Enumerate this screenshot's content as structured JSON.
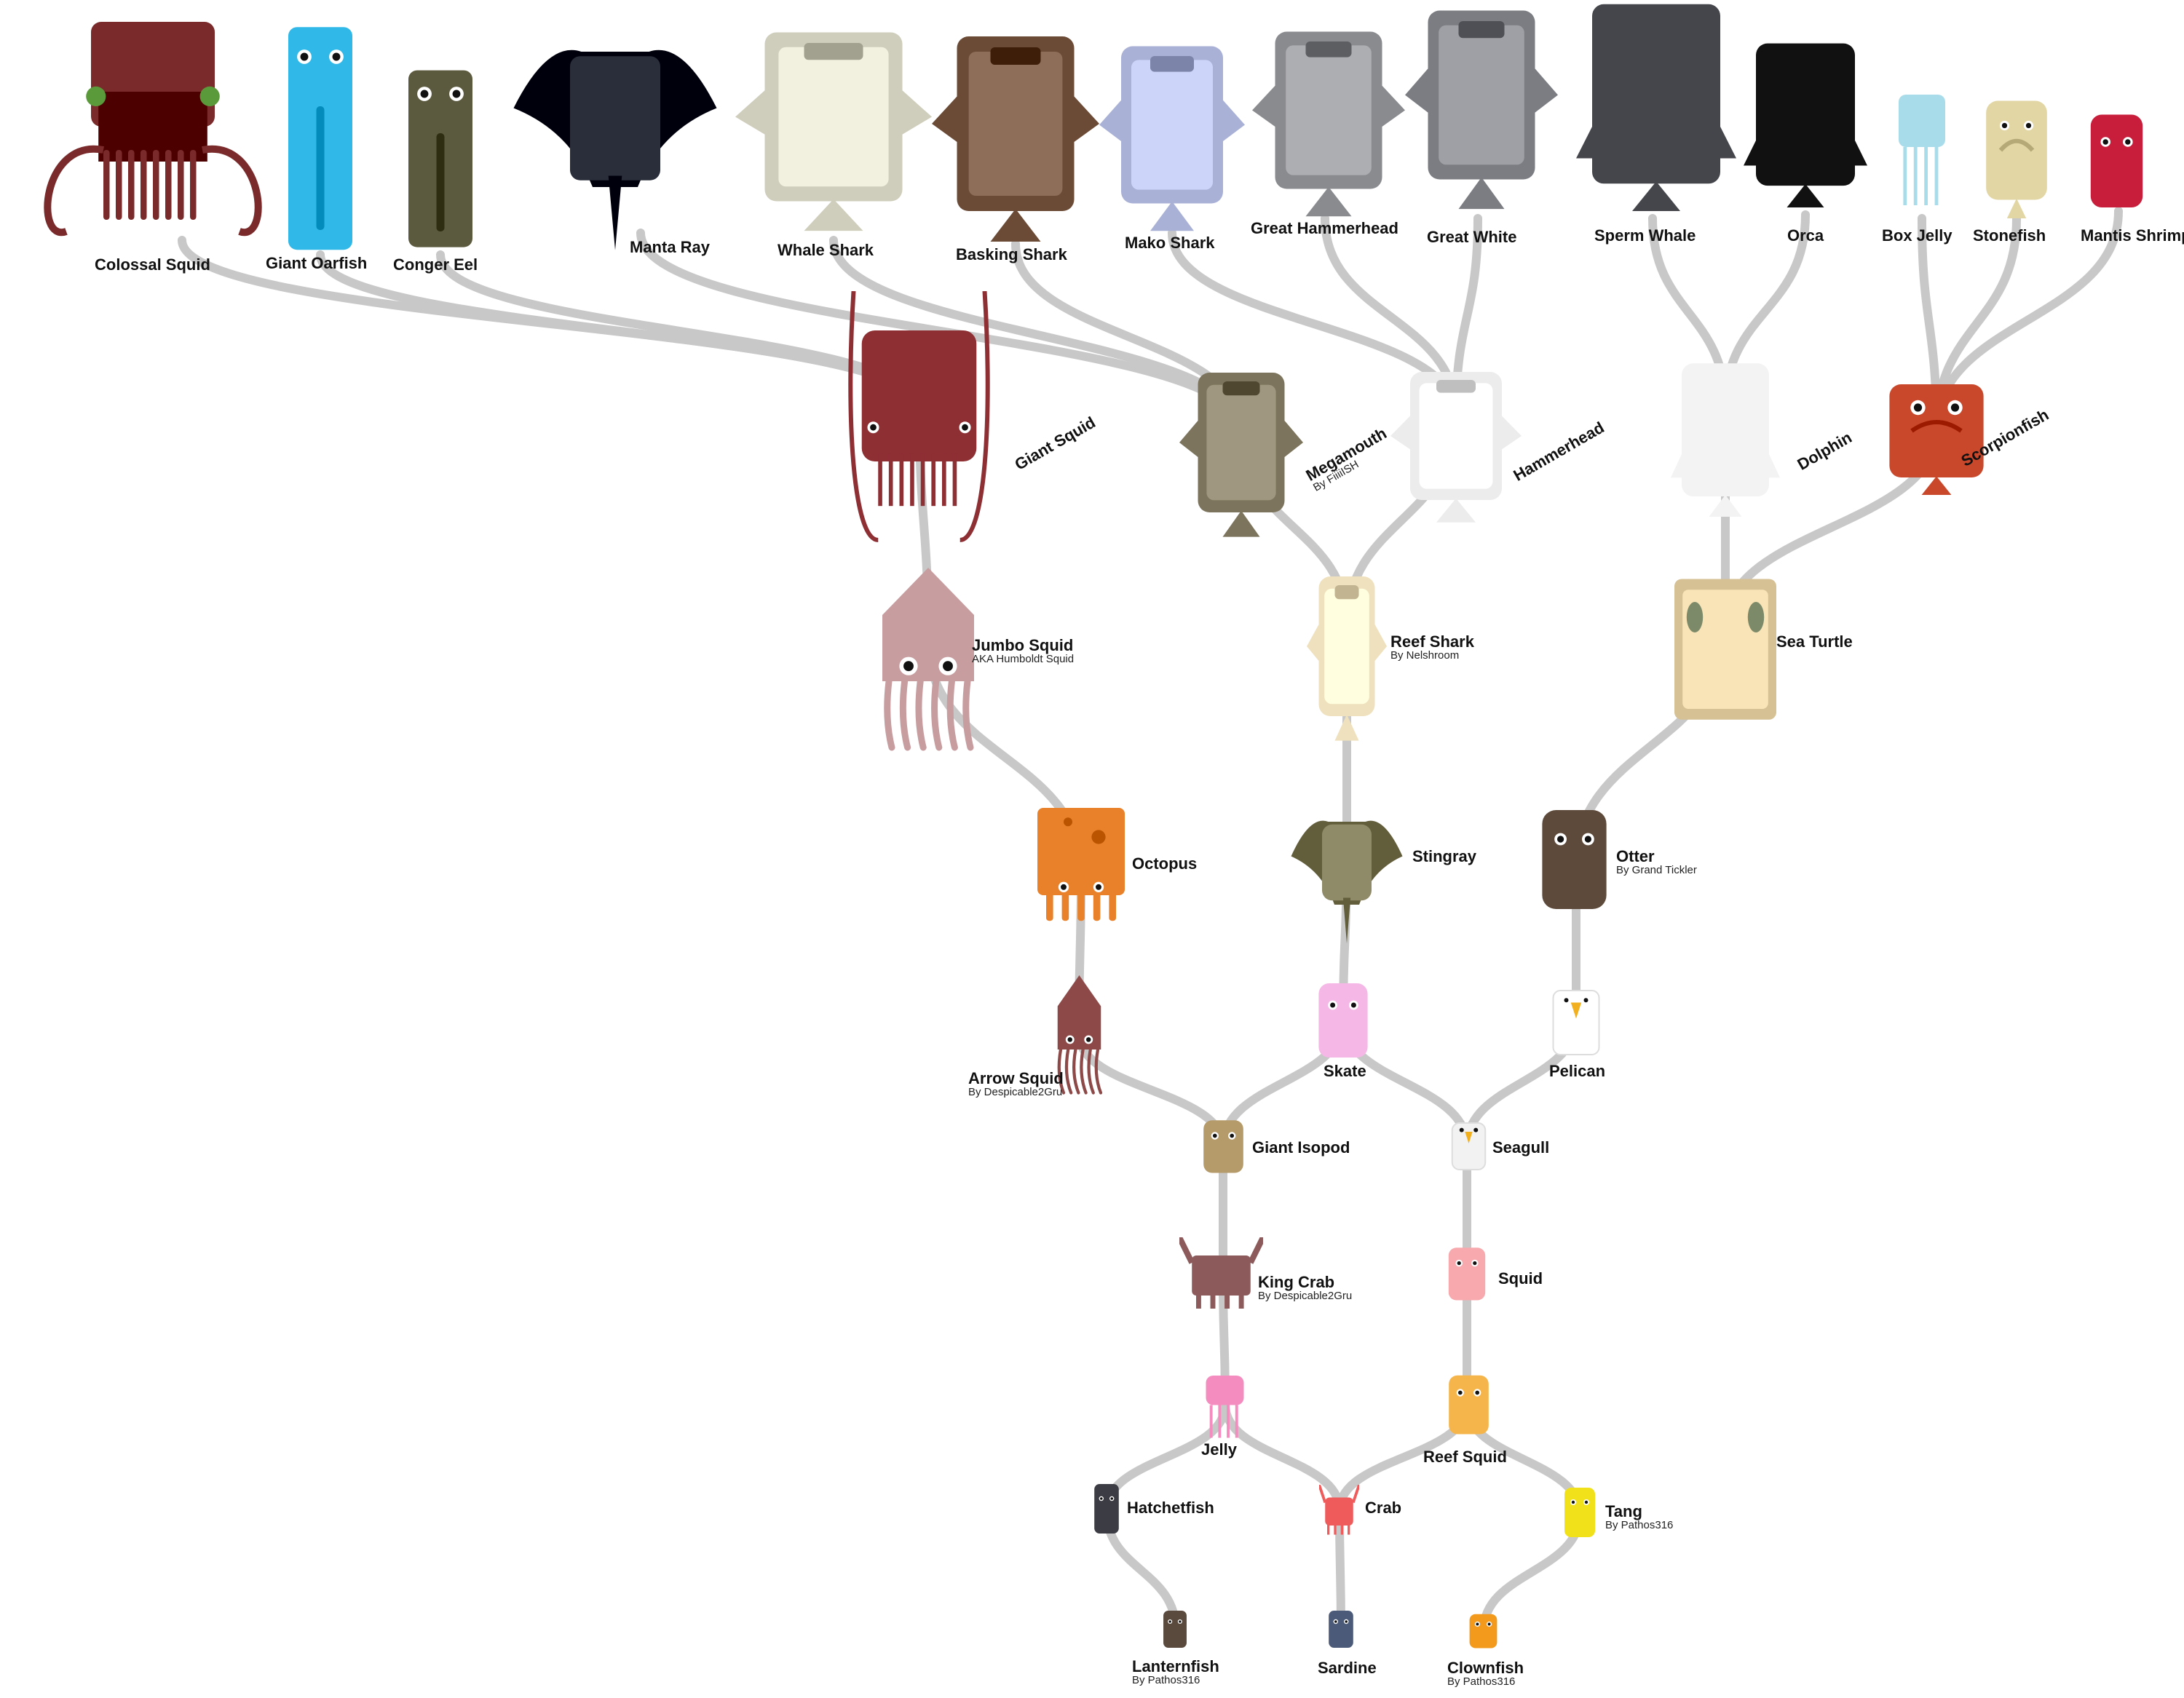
{
  "colors": {
    "link": "#c8c8c8"
  },
  "animals": {
    "colossal_squid": {
      "name": "Colossal Squid",
      "icon": "colossal-squid-icon",
      "color": "#7a2a2a"
    },
    "giant_oarfish": {
      "name": "Giant Oarfish",
      "icon": "giant-oarfish-icon",
      "color": "#2fb8e8"
    },
    "conger_eel": {
      "name": "Conger Eel",
      "icon": "conger-eel-icon",
      "color": "#5c5a3e"
    },
    "manta_ray": {
      "name": "Manta Ray",
      "icon": "manta-ray-icon",
      "color": "#2a2d3a"
    },
    "whale_shark": {
      "name": "Whale Shark",
      "icon": "whale-shark-icon",
      "color": "#cfcdbb"
    },
    "basking_shark": {
      "name": "Basking Shark",
      "icon": "basking-shark-icon",
      "color": "#6b4a36"
    },
    "mako_shark": {
      "name": "Mako Shark",
      "icon": "mako-shark-icon",
      "color": "#a9b1d6"
    },
    "great_hammerhead": {
      "name": "Great Hammerhead",
      "icon": "great-hammerhead-icon",
      "color": "#8a8b8f"
    },
    "great_white": {
      "name": "Great White",
      "icon": "great-white-icon",
      "color": "#7b7d82"
    },
    "sperm_whale": {
      "name": "Sperm Whale",
      "icon": "sperm-whale-icon",
      "color": "#44464c"
    },
    "orca": {
      "name": "Orca",
      "icon": "orca-icon",
      "color": "#111111"
    },
    "box_jelly": {
      "name": "Box Jelly",
      "icon": "box-jelly-icon",
      "color": "#a9dcea"
    },
    "stonefish": {
      "name": "Stonefish",
      "icon": "stonefish-icon",
      "color": "#e2d6a4"
    },
    "mantis_shrimp": {
      "name": "Mantis Shrimp",
      "icon": "mantis-shrimp-icon",
      "color": "#c81e3c"
    },
    "giant_squid": {
      "name": "Giant Squid",
      "icon": "giant-squid-icon",
      "color": "#8e2f34"
    },
    "megamouth": {
      "name": "Megamouth",
      "sub": "By FiiiiISH",
      "icon": "megamouth-icon",
      "color": "#7c745c"
    },
    "hammerhead": {
      "name": "Hammerhead",
      "icon": "hammerhead-icon",
      "color": "#ececec"
    },
    "dolphin": {
      "name": "Dolphin",
      "icon": "dolphin-icon",
      "color": "#f3f3f3"
    },
    "scorpionfish": {
      "name": "Scorpionfish",
      "icon": "scorpionfish-icon",
      "color": "#c9472a"
    },
    "jumbo_squid": {
      "name": "Jumbo Squid",
      "sub": "AKA Humboldt Squid",
      "icon": "jumbo-squid-icon",
      "color": "#c79da0"
    },
    "reef_shark": {
      "name": "Reef Shark",
      "sub": "By Nelshroom",
      "icon": "reef-shark-icon",
      "color": "#efe1bd"
    },
    "sea_turtle": {
      "name": "Sea Turtle",
      "icon": "sea-turtle-icon",
      "color": "#d6c195"
    },
    "octopus": {
      "name": "Octopus",
      "icon": "octopus-icon",
      "color": "#e8812a"
    },
    "stingray": {
      "name": "Stingray",
      "icon": "stingray-icon",
      "color": "#8f8a68"
    },
    "otter": {
      "name": "Otter",
      "sub": "By Grand Tickler",
      "icon": "otter-icon",
      "color": "#5e4a3a"
    },
    "arrow_squid": {
      "name": "Arrow Squid",
      "sub": "By Despicable2Gru",
      "icon": "arrow-squid-icon",
      "color": "#8d4848"
    },
    "skate": {
      "name": "Skate",
      "icon": "skate-icon",
      "color": "#f5b8e6"
    },
    "pelican": {
      "name": "Pelican",
      "icon": "pelican-icon",
      "color": "#ffffff"
    },
    "giant_isopod": {
      "name": "Giant Isopod",
      "icon": "giant-isopod-icon",
      "color": "#b59a6a"
    },
    "seagull": {
      "name": "Seagull",
      "icon": "seagull-icon",
      "color": "#f2f2f2"
    },
    "king_crab": {
      "name": "King Crab",
      "sub": "By Despicable2Gru",
      "icon": "king-crab-icon",
      "color": "#8c5a5a"
    },
    "squid": {
      "name": "Squid",
      "icon": "squid-icon",
      "color": "#f7a9ae"
    },
    "jelly": {
      "name": "Jelly",
      "icon": "jelly-icon",
      "color": "#f58cc0"
    },
    "reef_squid": {
      "name": "Reef Squid",
      "icon": "reef-squid-icon",
      "color": "#f5b54a"
    },
    "hatchetfish": {
      "name": "Hatchetfish",
      "icon": "hatchetfish-icon",
      "color": "#3c3c44"
    },
    "crab": {
      "name": "Crab",
      "icon": "crab-icon",
      "color": "#ef5a5a"
    },
    "tang": {
      "name": "Tang",
      "sub": "By Pathos316",
      "icon": "tang-icon",
      "color": "#f1e11a"
    },
    "lanternfish": {
      "name": "Lanternfish",
      "sub": "By Pathos316",
      "icon": "lanternfish-icon",
      "color": "#5a4a3e"
    },
    "sardine": {
      "name": "Sardine",
      "icon": "sardine-icon",
      "color": "#4a5a78"
    },
    "clownfish": {
      "name": "Clownfish",
      "sub": "By Pathos316",
      "icon": "clownfish-icon",
      "color": "#f39a1c"
    }
  },
  "edges": [
    [
      "lanternfish",
      "hatchetfish"
    ],
    [
      "sardine",
      "crab"
    ],
    [
      "clownfish",
      "tang"
    ],
    [
      "hatchetfish",
      "jelly"
    ],
    [
      "crab",
      "jelly"
    ],
    [
      "crab",
      "reef_squid"
    ],
    [
      "tang",
      "reef_squid"
    ],
    [
      "jelly",
      "king_crab"
    ],
    [
      "reef_squid",
      "squid"
    ],
    [
      "king_crab",
      "giant_isopod"
    ],
    [
      "squid",
      "seagull"
    ],
    [
      "giant_isopod",
      "arrow_squid"
    ],
    [
      "giant_isopod",
      "skate"
    ],
    [
      "seagull",
      "skate"
    ],
    [
      "seagull",
      "pelican"
    ],
    [
      "arrow_squid",
      "octopus"
    ],
    [
      "skate",
      "stingray"
    ],
    [
      "pelican",
      "otter"
    ],
    [
      "octopus",
      "jumbo_squid"
    ],
    [
      "stingray",
      "reef_shark"
    ],
    [
      "otter",
      "sea_turtle"
    ],
    [
      "jumbo_squid",
      "giant_squid"
    ],
    [
      "reef_shark",
      "megamouth"
    ],
    [
      "reef_shark",
      "hammerhead"
    ],
    [
      "sea_turtle",
      "dolphin"
    ],
    [
      "sea_turtle",
      "scorpionfish"
    ],
    [
      "giant_squid",
      "colossal_squid"
    ],
    [
      "giant_squid",
      "giant_oarfish"
    ],
    [
      "giant_squid",
      "conger_eel"
    ],
    [
      "megamouth",
      "manta_ray"
    ],
    [
      "megamouth",
      "whale_shark"
    ],
    [
      "megamouth",
      "basking_shark"
    ],
    [
      "hammerhead",
      "mako_shark"
    ],
    [
      "hammerhead",
      "great_hammerhead"
    ],
    [
      "hammerhead",
      "great_white"
    ],
    [
      "dolphin",
      "sperm_whale"
    ],
    [
      "dolphin",
      "orca"
    ],
    [
      "scorpionfish",
      "box_jelly"
    ],
    [
      "scorpionfish",
      "stonefish"
    ],
    [
      "scorpionfish",
      "mantis_shrimp"
    ]
  ]
}
